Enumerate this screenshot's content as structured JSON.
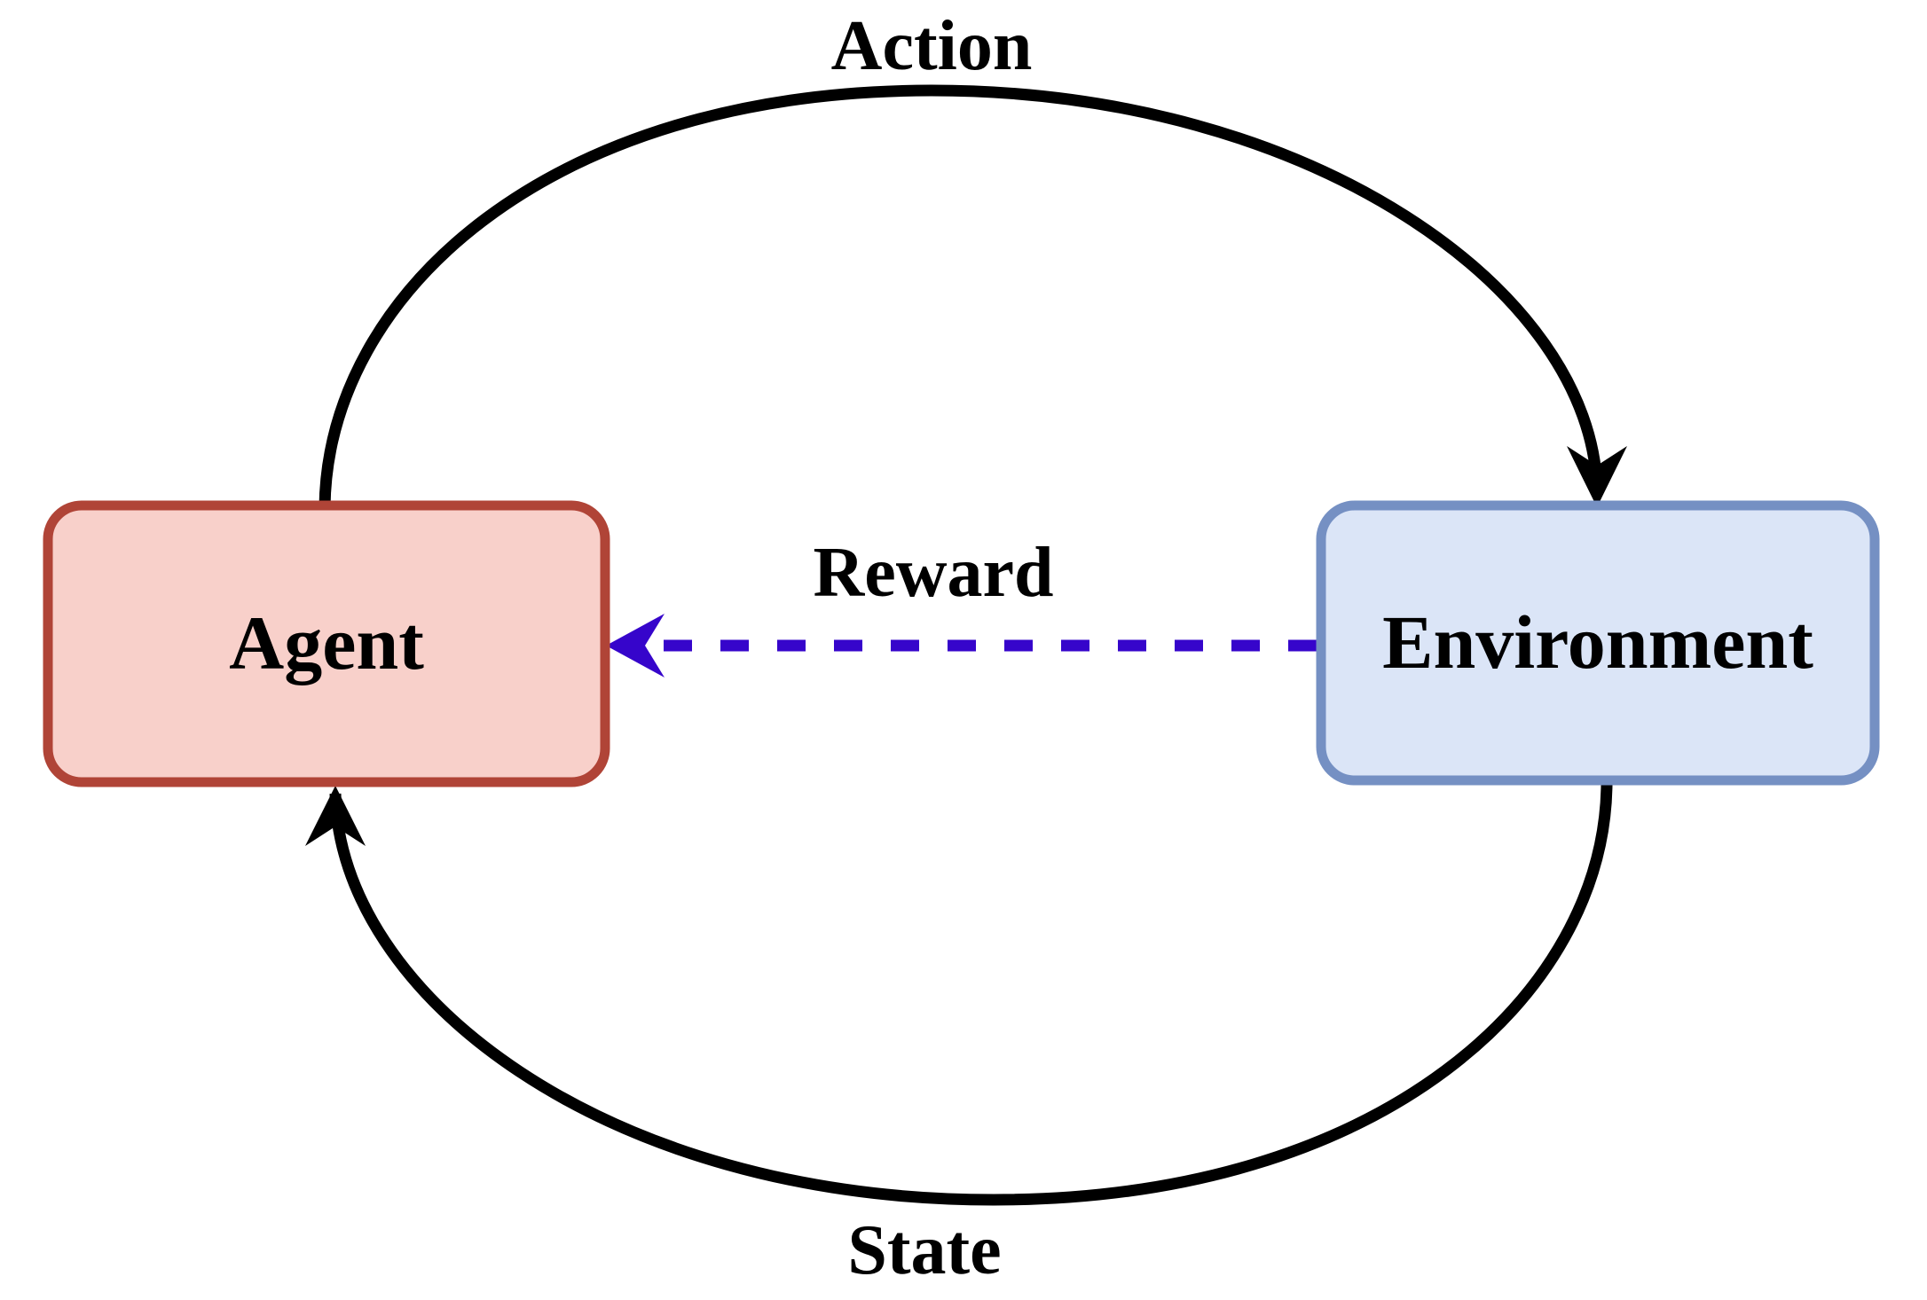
{
  "diagram": {
    "background": "#ffffff",
    "text_color": "#000000",
    "nodes": {
      "agent": {
        "label": "Agent",
        "fill": "#f8d0ca",
        "border": "#b04437"
      },
      "environment": {
        "label": "Environment",
        "fill": "#dbe5f7",
        "border": "#7590c3"
      }
    },
    "edges": {
      "action": {
        "label": "Action",
        "color": "#000000",
        "style": "solid",
        "from": "Agent",
        "to": "Environment"
      },
      "state": {
        "label": "State",
        "color": "#000000",
        "style": "solid",
        "from": "Environment",
        "to": "Agent"
      },
      "reward": {
        "label": "Reward",
        "color": "#3605cb",
        "style": "dashed",
        "from": "Environment",
        "to": "Agent"
      }
    }
  }
}
